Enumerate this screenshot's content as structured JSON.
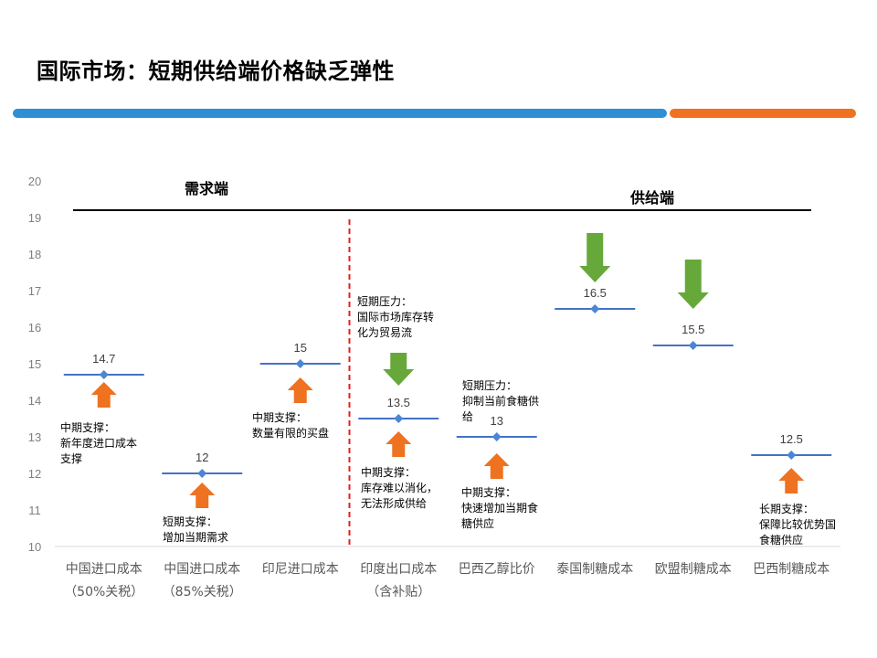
{
  "slide": {
    "title": "国际市场：短期供给端价格缺乏弹性",
    "colors": {
      "band_blue": "#2e8fd5",
      "band_orange": "#ef7220",
      "arrow_up": "#ef7220",
      "arrow_down": "#66a83a",
      "series": "#4472c4",
      "divider": "#e02020"
    }
  },
  "chart_data": {
    "type": "scatter",
    "title": "",
    "xlabel": "",
    "ylabel": "",
    "ylim": [
      10,
      20
    ],
    "yticks": [
      10,
      11,
      12,
      13,
      14,
      15,
      16,
      17,
      18,
      19,
      20
    ],
    "grid": false,
    "categories": [
      [
        "中国进口成本",
        "（50%关税）"
      ],
      [
        "中国进口成本",
        "（85%关税）"
      ],
      [
        "印尼进口成本"
      ],
      [
        "印度出口成本",
        "（含补贴）"
      ],
      [
        "巴西乙醇比价"
      ],
      [
        "泰国制糖成本"
      ],
      [
        "欧盟制糖成本"
      ],
      [
        "巴西制糖成本"
      ]
    ],
    "values": [
      14.7,
      12,
      15,
      13.5,
      13,
      16.5,
      15.5,
      12.5
    ],
    "data_labels": [
      "14.7",
      "12",
      "15",
      "13.5",
      "13",
      "16.5",
      "15.5",
      "12.5"
    ],
    "sections": [
      {
        "label": "需求端",
        "from": 0,
        "to": 3
      },
      {
        "label": "供给端",
        "from": 3,
        "to": 8
      }
    ],
    "divider_after_index": 2,
    "arrows": [
      {
        "index": 0,
        "direction": "up"
      },
      {
        "index": 1,
        "direction": "up"
      },
      {
        "index": 2,
        "direction": "up"
      },
      {
        "index": 3,
        "direction": "down"
      },
      {
        "index": 3,
        "direction": "up"
      },
      {
        "index": 4,
        "direction": "up"
      },
      {
        "index": 5,
        "direction": "down"
      },
      {
        "index": 6,
        "direction": "down"
      },
      {
        "index": 7,
        "direction": "up"
      }
    ],
    "annotations": [
      {
        "index": 0,
        "lines": [
          "中期支撑：",
          "新年度进口成本",
          "支撑"
        ]
      },
      {
        "index": 1,
        "lines": [
          "短期支撑：",
          "增加当期需求"
        ]
      },
      {
        "index": 2,
        "lines": [
          "中期支撑：",
          "数量有限的买盘"
        ]
      },
      {
        "index": 3,
        "lines": [
          "短期压力：",
          "国际市场库存转",
          "化为贸易流"
        ]
      },
      {
        "index": 3,
        "lines": [
          "中期支撑：",
          "库存难以消化，",
          "无法形成供给"
        ]
      },
      {
        "index": 4,
        "lines": [
          "短期压力：",
          "抑制当前食糖供",
          "给"
        ]
      },
      {
        "index": 4,
        "lines": [
          "中期支撑：",
          "快速增加当期食",
          "糖供应"
        ]
      },
      {
        "index": 7,
        "lines": [
          "长期支撑：",
          "保障比较优势国",
          "食糖供应"
        ]
      }
    ]
  }
}
